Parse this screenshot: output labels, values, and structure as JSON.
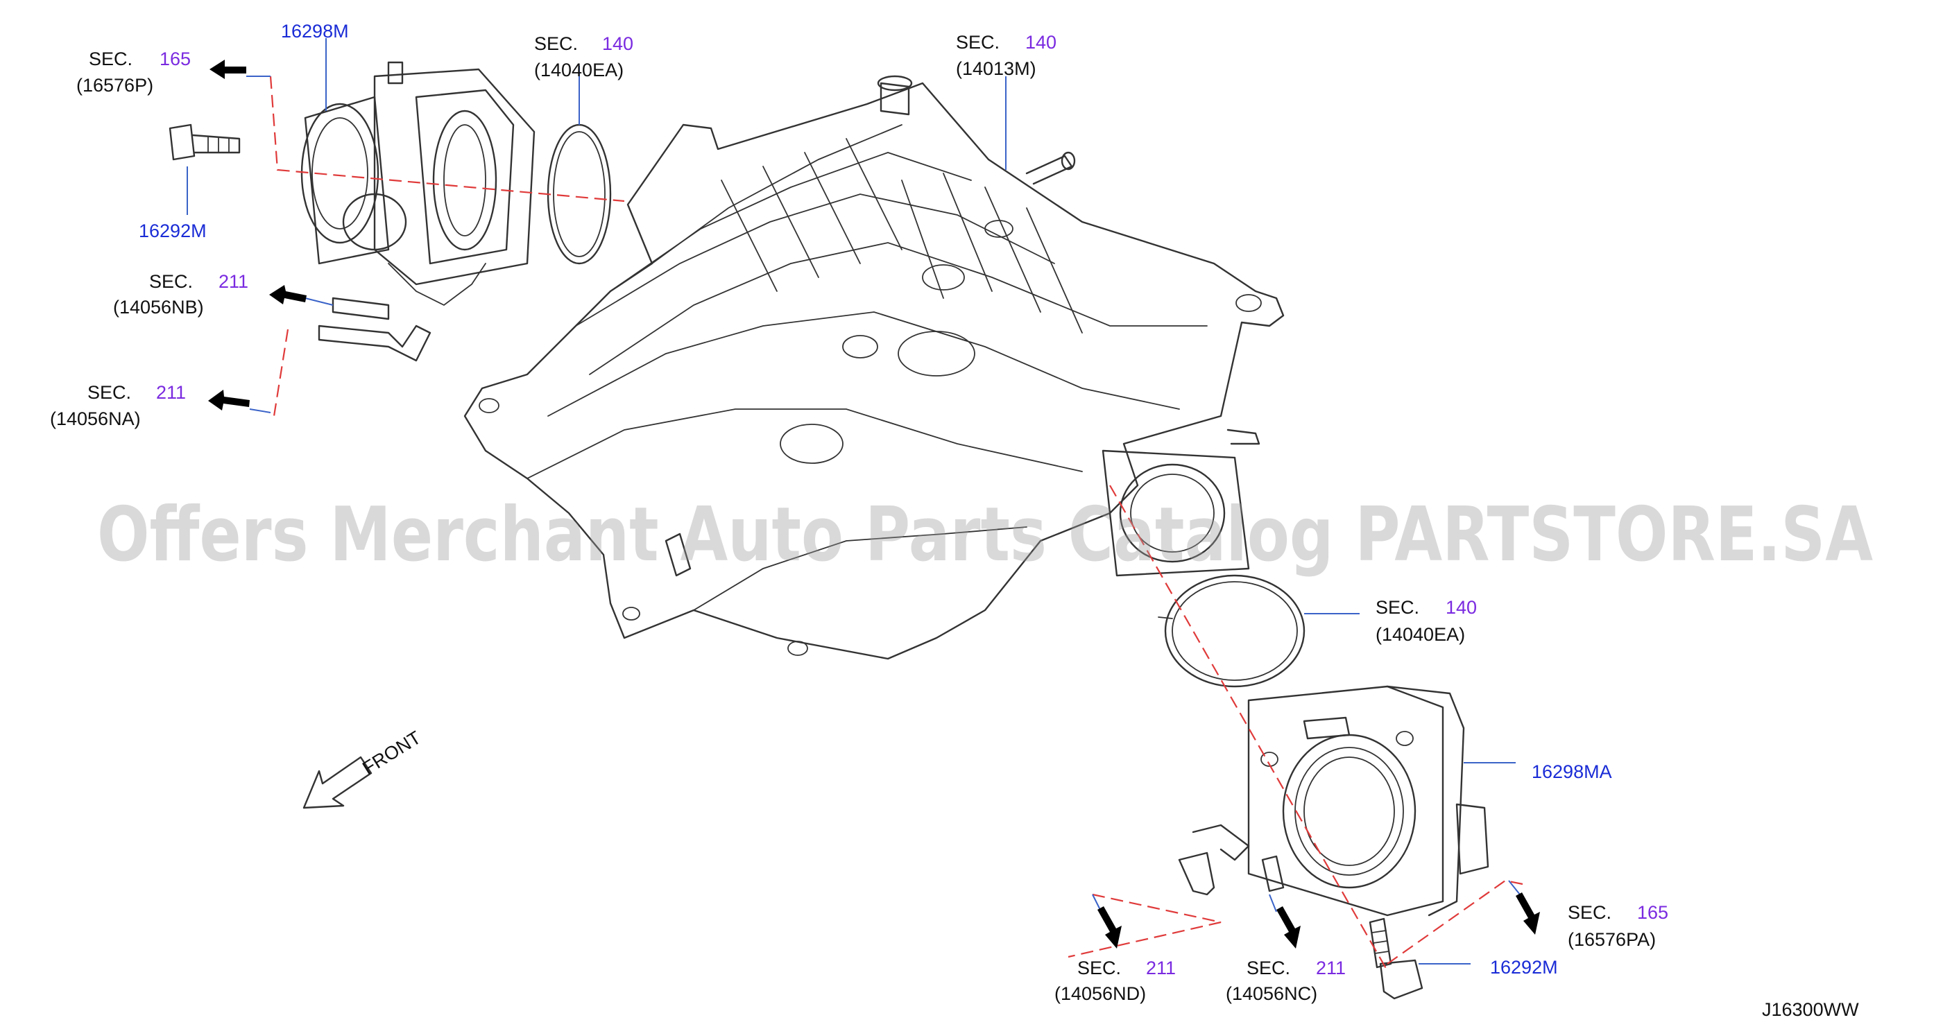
{
  "watermark": "Offers Merchant Auto Parts Catalog PARTSTORE.SA",
  "diagram_code": "J16300WW",
  "front_label": "FRONT",
  "sec_word": "SEC.",
  "callouts": {
    "sec165_top": {
      "sec": "165",
      "ref": "(16576P)"
    },
    "sec140_oring_top": {
      "sec": "140",
      "ref": "(14040EA)"
    },
    "sec140_manifold": {
      "sec": "140",
      "ref": "(14013M)"
    },
    "sec211_nb": {
      "sec": "211",
      "ref": "(14056NB)"
    },
    "sec211_na": {
      "sec": "211",
      "ref": "(14056NA)"
    },
    "sec140_oring_right": {
      "sec": "140",
      "ref": "(14040EA)"
    },
    "sec165_bottom": {
      "sec": "165",
      "ref": "(16576PA)"
    },
    "sec211_nd": {
      "sec": "211",
      "ref": "(14056ND)"
    },
    "sec211_nc": {
      "sec": "211",
      "ref": "(14056NC)"
    }
  },
  "parts": {
    "throttle_body_left": "16298M",
    "bolt_left": "16292M",
    "throttle_body_right": "16298MA",
    "bolt_right": "16292M"
  },
  "colors": {
    "part_number_blue": "#1a2cd6",
    "section_purple": "#7a2ae0",
    "leader_line": "#3a63c8",
    "centerline_dash": "#e03a3a",
    "watermark_gray": "#9a9a9a"
  }
}
